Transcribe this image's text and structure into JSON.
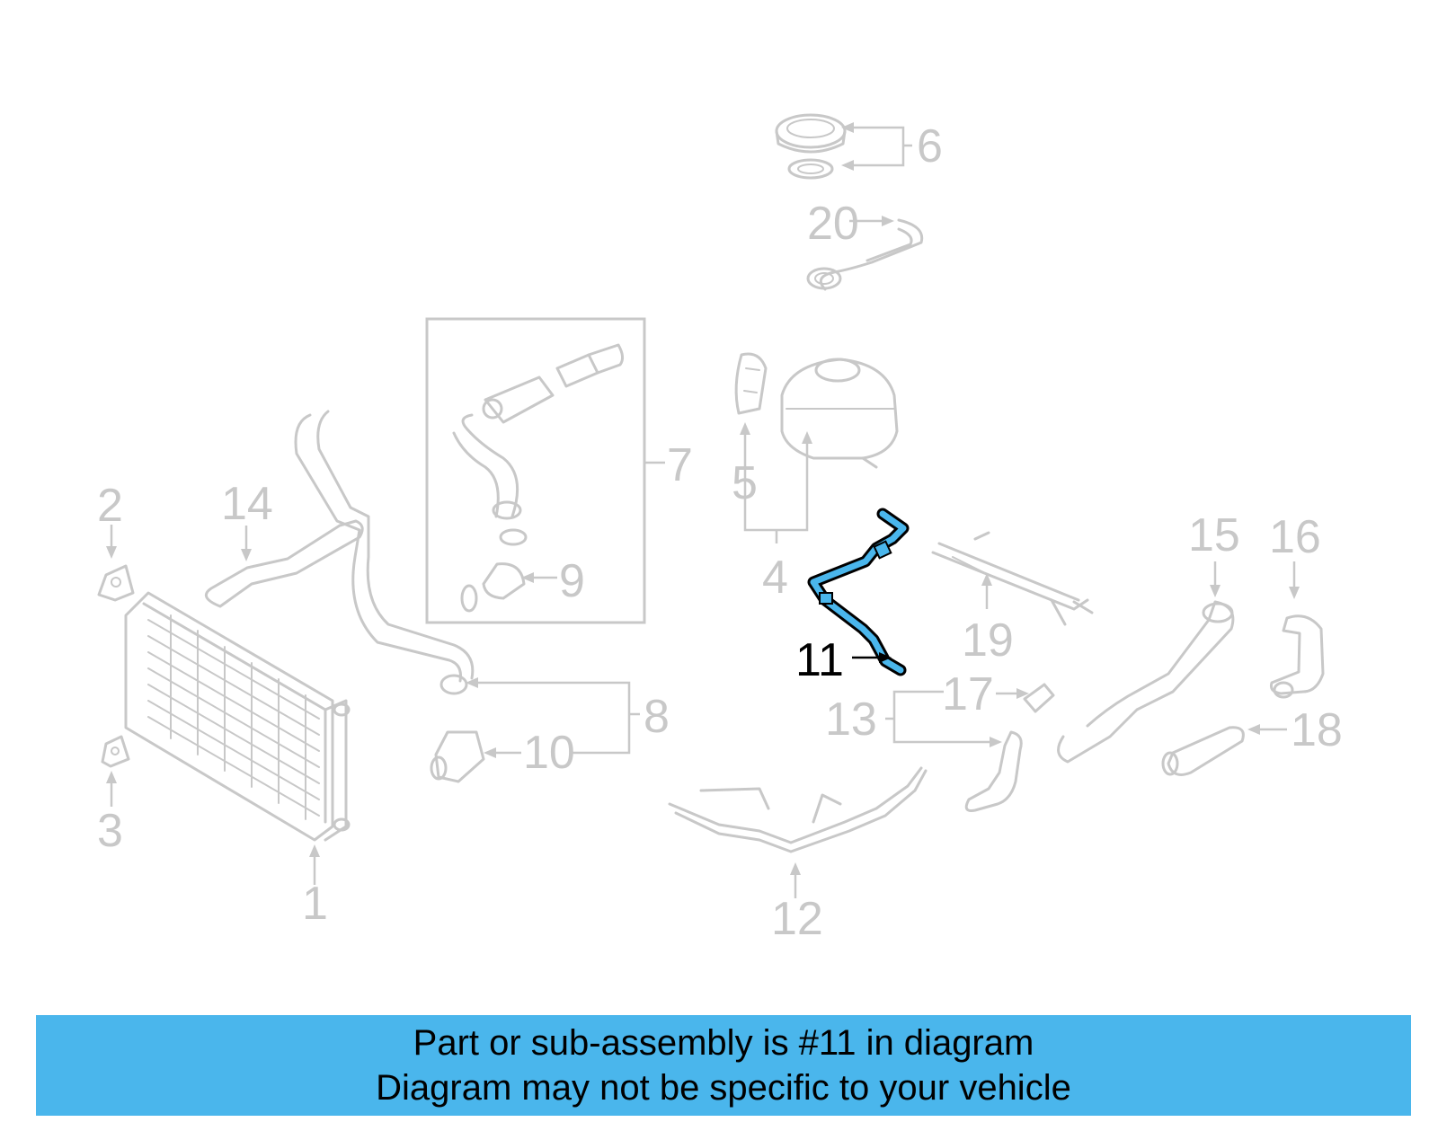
{
  "highlight_color": "#4ab6ec",
  "highlighted_callout": "11",
  "callouts": {
    "c1": "1",
    "c2": "2",
    "c3": "3",
    "c4": "4",
    "c5": "5",
    "c6": "6",
    "c7": "7",
    "c8": "8",
    "c9": "9",
    "c10": "10",
    "c11": "11",
    "c12": "12",
    "c13": "13",
    "c14": "14",
    "c15": "15",
    "c16": "16",
    "c17": "17",
    "c18": "18",
    "c19": "19",
    "c20": "20"
  },
  "banner": {
    "line1": "Part or sub-assembly is #11 in diagram",
    "line2": "Diagram may not be specific to your vehicle"
  }
}
